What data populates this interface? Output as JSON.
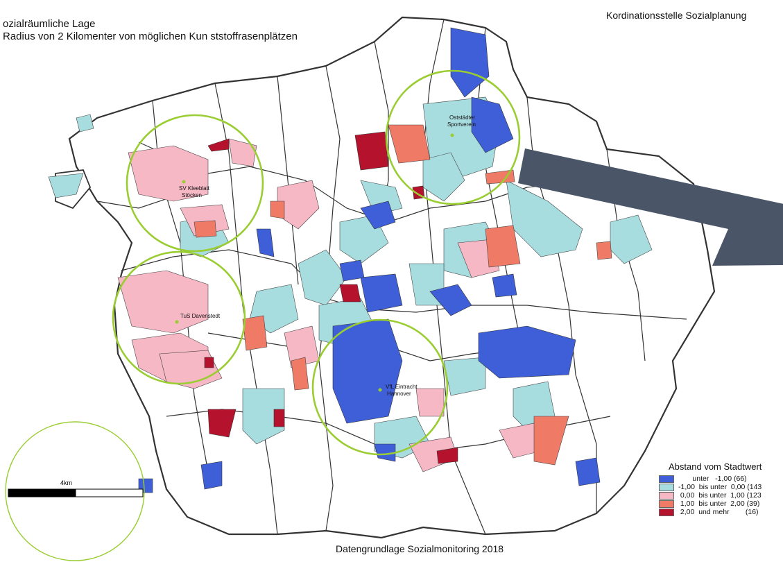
{
  "title_line1": "ozialräumliche Lage",
  "title_line2": " Radius von 2 Kilomenter von möglichen Kun ststoffrasenplätzen",
  "organization": "Kordinationsstelle Sozialplanung",
  "source": "Datengrundlage Sozialmonitoring 2018",
  "scale": {
    "label": "4km"
  },
  "sites": [
    {
      "name": "SV Kleeblatt Stöcken",
      "line1": "SV Kleeblatt",
      "line2": "Stöcken"
    },
    {
      "name": "TuS Davenstedt",
      "line1": "TuS Davenstedt",
      "line2": ""
    },
    {
      "name": "VfL Eintracht Hannover",
      "line1": "VfL Eintracht",
      "line2": "Hannover"
    },
    {
      "name": "Oststädter Sportverein",
      "line1": "Oststädter",
      "line2": "Sportverein"
    }
  ],
  "legend": {
    "title": "Abstand vom Stadtwert",
    "items": [
      {
        "label": "       unter   -1,00 (66)",
        "color": "#3e5fd8"
      },
      {
        "label": "-1,00  bis unter  0,00 (143",
        "color": "#a8dde0"
      },
      {
        "label": " 0,00  bis unter  1,00 (123",
        "color": "#f7b8c6"
      },
      {
        "label": " 1,00  bis unter  2,00 (39)",
        "color": "#ef7b66"
      },
      {
        "label": " 2,00  und mehr        (16)",
        "color": "#b5122d"
      }
    ]
  },
  "colors": {
    "radius_circle": "#9acd32",
    "arrow": "#4a5668",
    "outline": "#333333"
  }
}
